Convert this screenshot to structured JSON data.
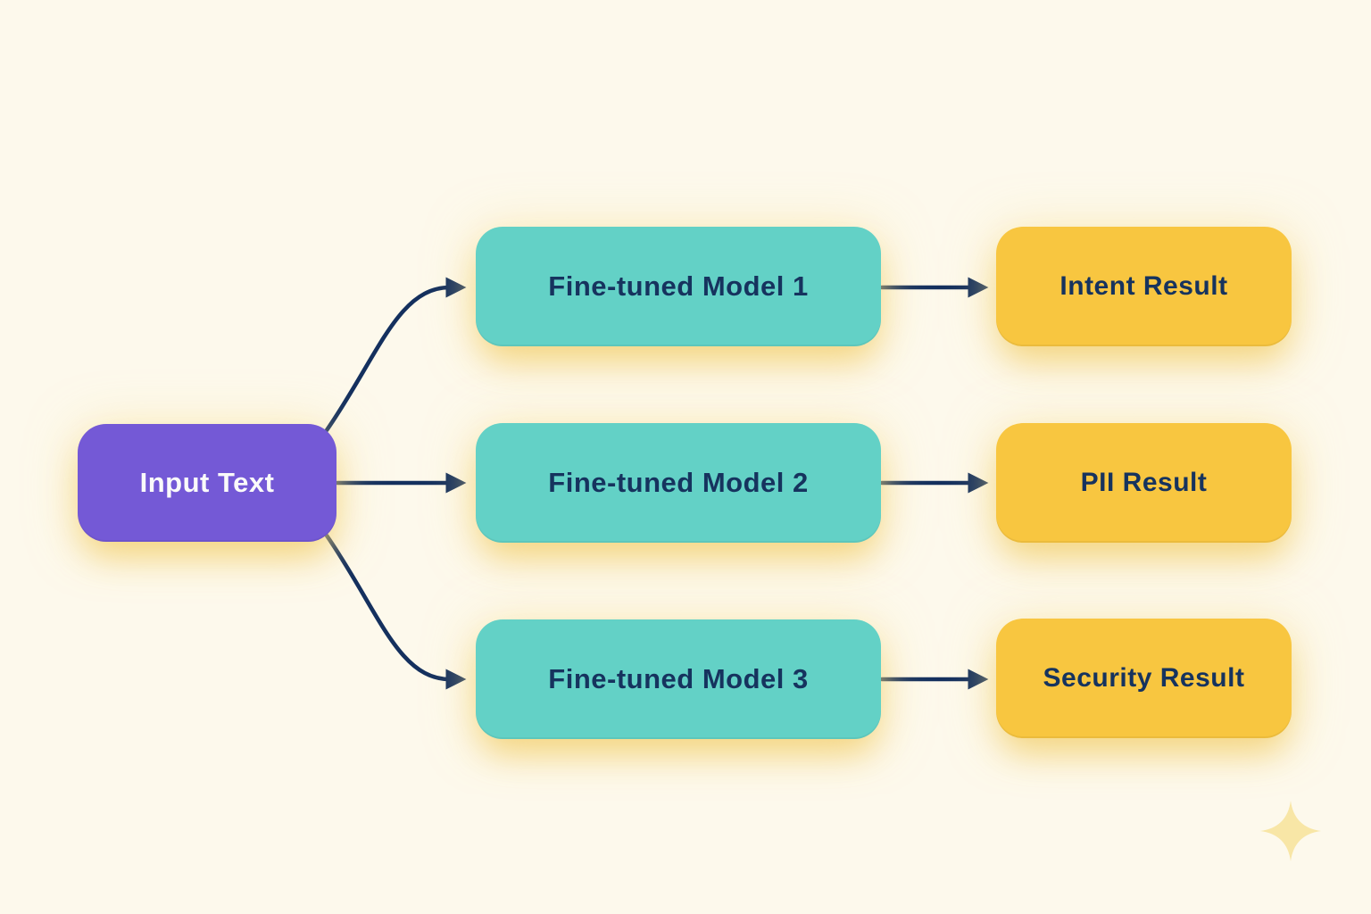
{
  "diagram": {
    "type": "flowchart",
    "nodes": {
      "input": {
        "label": "Input Text"
      },
      "models": [
        {
          "label": "Fine-tuned Model 1"
        },
        {
          "label": "Fine-tuned Model 2"
        },
        {
          "label": "Fine-tuned Model 3"
        }
      ],
      "results": [
        {
          "label": "Intent Result"
        },
        {
          "label": "PII Result"
        },
        {
          "label": "Security Result"
        }
      ]
    },
    "edges": [
      {
        "from": "input-text",
        "to": "fine-tuned-model-1"
      },
      {
        "from": "input-text",
        "to": "fine-tuned-model-2"
      },
      {
        "from": "input-text",
        "to": "fine-tuned-model-3"
      },
      {
        "from": "fine-tuned-model-1",
        "to": "intent-result"
      },
      {
        "from": "fine-tuned-model-2",
        "to": "pii-result"
      },
      {
        "from": "fine-tuned-model-3",
        "to": "security-result"
      }
    ],
    "icons": {
      "sparkle": "four-point-star"
    }
  },
  "colors": {
    "background": "#FDF9EC",
    "input_node": "#7459D6",
    "model_node": "#63D1C6",
    "result_node": "#F8C640",
    "arrow": "#14305E",
    "node_text": "#16335E",
    "input_text": "#FAFAFA",
    "sparkle": "#F8E6A6"
  }
}
